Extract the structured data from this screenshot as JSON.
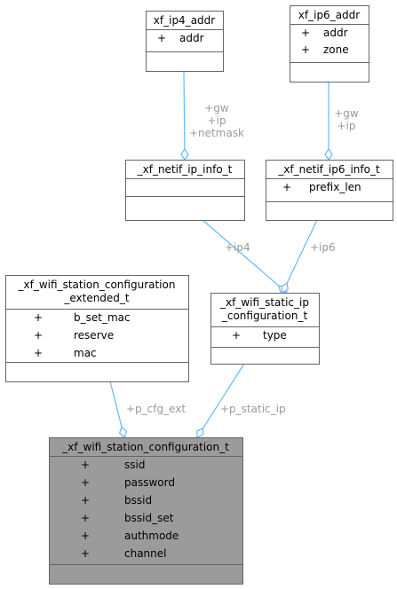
{
  "classes": {
    "ip4": {
      "title": [
        "xf_ip4_addr"
      ],
      "members": [
        [
          "+",
          "addr"
        ]
      ]
    },
    "ip6": {
      "title": [
        "xf_ip6_addr"
      ],
      "members": [
        [
          "+",
          "addr"
        ],
        [
          "+",
          "zone"
        ]
      ]
    },
    "netif_ip": {
      "title": [
        "_xf_netif_ip_info_t"
      ],
      "members": []
    },
    "netif_ip6": {
      "title": [
        "_xf_netif_ip6_info_t"
      ],
      "members": [
        [
          "+",
          "prefix_len"
        ]
      ]
    },
    "ext": {
      "title": [
        "_xf_wifi_station_configuration",
        "_extended_t"
      ],
      "members": [
        [
          "+",
          "b_set_mac"
        ],
        [
          "+",
          "reserve"
        ],
        [
          "+",
          "mac"
        ]
      ]
    },
    "static_ip": {
      "title": [
        "_xf_wifi_static_ip",
        "_configuration_t"
      ],
      "members": [
        [
          "+",
          "type"
        ]
      ]
    },
    "main": {
      "title": [
        "_xf_wifi_station_configuration_t"
      ],
      "members": [
        [
          "+",
          "ssid"
        ],
        [
          "+",
          "password"
        ],
        [
          "+",
          "bssid"
        ],
        [
          "+",
          "bssid_set"
        ],
        [
          "+",
          "authmode"
        ],
        [
          "+",
          "channel"
        ]
      ]
    }
  },
  "edges": {
    "ip4_to_netif_ip": {
      "labels": [
        "+gw",
        "+ip",
        "+netmask"
      ]
    },
    "ip6_to_netif_ip6": {
      "labels": [
        "+gw",
        "+ip"
      ]
    },
    "netif_ip_to_static": {
      "labels": [
        "+ip4"
      ]
    },
    "netif_ip6_to_static": {
      "labels": [
        "+ip6"
      ]
    },
    "ext_to_main": {
      "labels": [
        "+p_cfg_ext"
      ]
    },
    "static_to_main": {
      "labels": [
        "+p_static_ip"
      ]
    }
  },
  "colors": {
    "highlight_fill": "#9b9b9b",
    "box_fill": "#ffffff",
    "edge": "#63b8ff",
    "label": "#9a9a9a"
  }
}
